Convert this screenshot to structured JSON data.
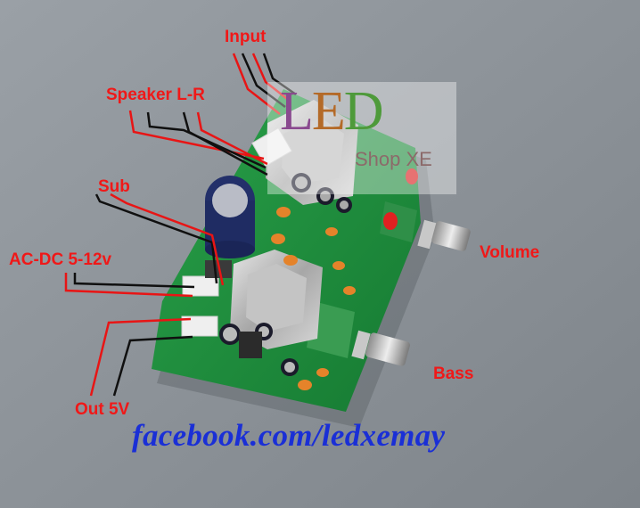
{
  "labels": {
    "input": "Input",
    "speaker": "Speaker L-R",
    "sub": "Sub",
    "ac_dc": "AC-DC 5-12v",
    "out": "Out 5V",
    "volume": "Volume",
    "bass": "Bass"
  },
  "footer": {
    "link": "facebook.com/ledxemay"
  },
  "watermark": {
    "brand_l": "L",
    "brand_e": "E",
    "brand_d": "D",
    "sub": "Shop XE"
  },
  "colors": {
    "label_red": "#f01818",
    "link_blue": "#1a2fd6",
    "board_green": "#1f8a3c",
    "wire_red": "#e81515",
    "wire_black": "#101010"
  }
}
